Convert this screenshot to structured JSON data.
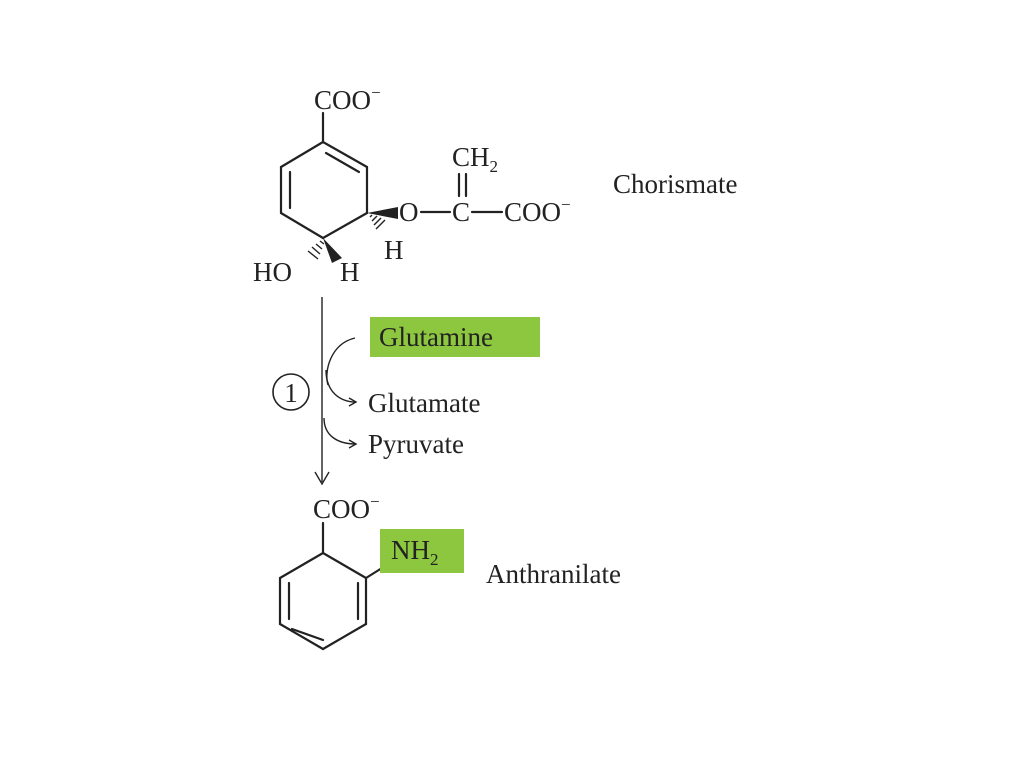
{
  "colors": {
    "ink": "#222222",
    "highlight": "#8dc63f",
    "background": "#ffffff"
  },
  "chorismate": {
    "name": "Chorismate",
    "carboxylate_top": "COO",
    "charge": "−",
    "ch2": "CH",
    "ch2_sub": "2",
    "ether_o": "O",
    "central_c": "C",
    "carboxylate_right": "COO",
    "h_right": "H",
    "ho": "HO",
    "h_bottom": "H"
  },
  "reaction": {
    "step_number": "1",
    "glutamine": "Glutamine",
    "glutamate": "Glutamate",
    "pyruvate": "Pyruvate"
  },
  "anthranilate": {
    "name": "Anthranilate",
    "carboxylate": "COO",
    "charge": "−",
    "amine": "NH",
    "amine_sub": "2"
  }
}
